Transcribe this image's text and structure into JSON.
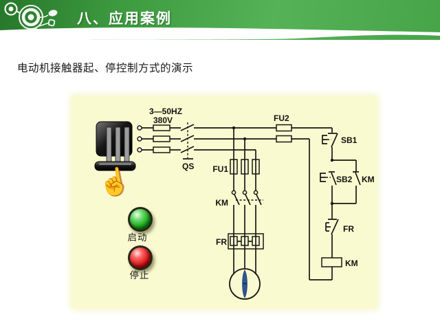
{
  "header": {
    "title": "八、应用案例"
  },
  "body": {
    "subtitle": "电动机接触器起、停控制方式的演示"
  },
  "diagram": {
    "supply": {
      "freq": "3—50HZ",
      "voltage": "380V"
    },
    "labels": {
      "qs": "QS",
      "fu1": "FU1",
      "fu2": "FU2",
      "km_main": "KM",
      "fr_heater": "FR",
      "sb1": "SB1",
      "sb2": "SB2",
      "km_aux": "KM",
      "fr_contact": "FR",
      "km_coil": "KM"
    },
    "controls": {
      "start": "启动",
      "stop": "停止"
    },
    "icons": {
      "hand": "☝"
    },
    "colors": {
      "header_green": "#3e9c40",
      "panel_bg": "#fafad0",
      "start_button": "#15a315",
      "stop_button": "#cf1212",
      "motor_blade": "#2f5796",
      "wire": "#161616"
    }
  }
}
